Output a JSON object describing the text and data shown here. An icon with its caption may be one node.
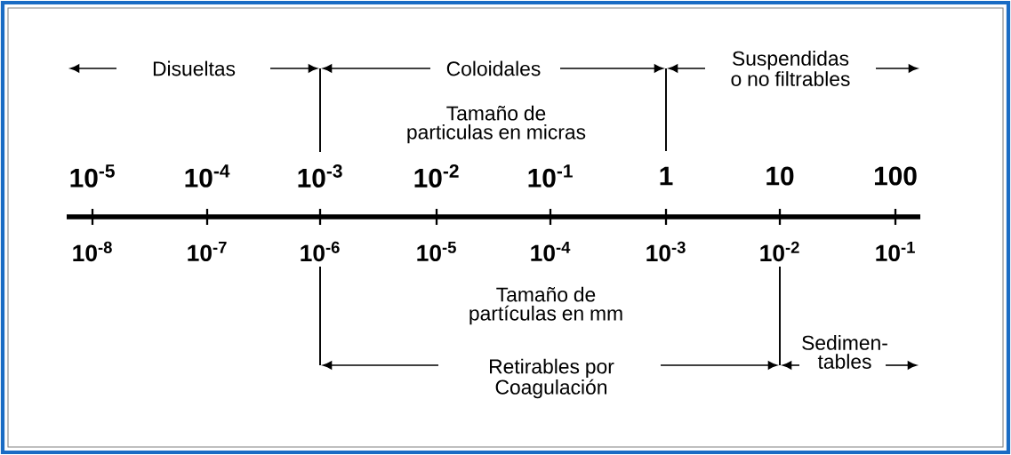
{
  "diagram": {
    "labels": [
      "Disueltas",
      "Coloidales",
      "Suspendidas o no filtrables",
      "Tamaño de particulas en micras",
      "10$^{-5}$",
      "10$^{-4}$",
      "10$^{-3}$",
      "10$^{-2}$",
      "10$^{-1}$",
      "1",
      "10",
      "100",
      "10$^{-8}$",
      "10$^{-7}$",
      "10$^{-6}$",
      "10$^{-5}$",
      "10$^{-4}$",
      "10$^{-3}$",
      "10$^{-2}$",
      "10$^{-1}$",
      "Tamaño de partículas en mm",
      "Sedimen- tables",
      "Retirables por Coagulación"
    ]
  }
}
